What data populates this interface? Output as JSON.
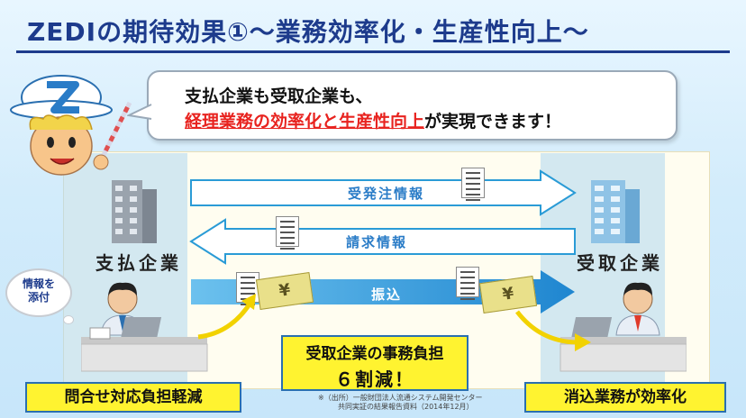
{
  "title": "ZEDIの期待効果①～業務効率化・生産性向上～",
  "speech": {
    "line1": "支払企業も受取企業も、",
    "line2_red": "経理業務の効率化と生産性向上",
    "line2_rest": "が実現できます！"
  },
  "companies": {
    "payer": "支払企業",
    "receiver": "受取企業"
  },
  "flows": {
    "order_info": "受発注情報",
    "invoice_info": "請求情報",
    "transfer": "振込"
  },
  "currency_symbol": "¥",
  "cloud_text": {
    "line1": "情報を",
    "line2": "添付"
  },
  "burden": {
    "line1": "受取企業の事務負担",
    "line2": "６割減！"
  },
  "benefit_left": "問合せ対応負担軽減",
  "benefit_right": "消込業務が効率化",
  "source_note": {
    "line1": "※（出所）一般財団法人流通システム開発センター",
    "line2": "共同実証の結果報告資料（2014年12月）"
  },
  "colors": {
    "title": "#1d3b8c",
    "highlight_red": "#e8231f",
    "flow_blue": "#2a7cc7",
    "box_yellow": "#fff330"
  }
}
